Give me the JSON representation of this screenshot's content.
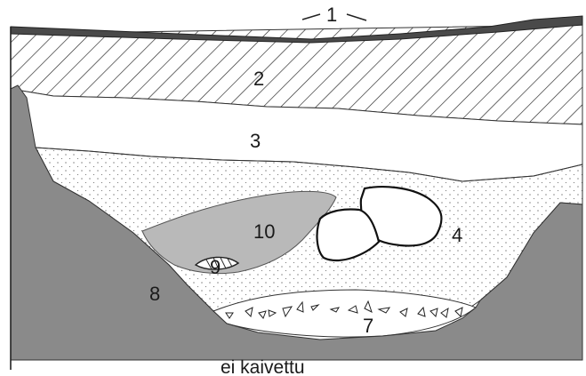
{
  "colors": {
    "background": "#ffffff",
    "soil_dark": "#8a8a8a",
    "soil_medium": "#b9b9b9",
    "topsoil": "#4a4a4a",
    "outline": "#222222"
  },
  "layers": [
    {
      "id": "1",
      "label": "1",
      "fill": "topsoil"
    },
    {
      "id": "2",
      "label": "2",
      "fill": "hatched"
    },
    {
      "id": "3",
      "label": "3",
      "fill": "white"
    },
    {
      "id": "4",
      "label": "4",
      "fill": "dotted"
    },
    {
      "id": "7",
      "label": "7",
      "fill": "white-with-fragments"
    },
    {
      "id": "8",
      "label": "8",
      "fill": "soil_dark"
    },
    {
      "id": "9",
      "label": "9",
      "fill": "white-lens"
    },
    {
      "id": "10",
      "label": "10",
      "fill": "soil_medium"
    }
  ],
  "bottom_note": "ei kaivettu"
}
